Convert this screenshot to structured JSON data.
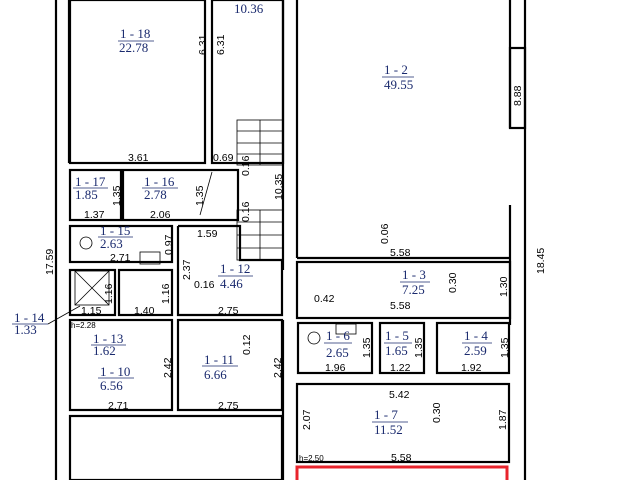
{
  "rooms": [
    {
      "id": "1 - 18",
      "area": "22.78"
    },
    {
      "id": "",
      "area": "10.36"
    },
    {
      "id": "1 - 2",
      "area": "49.55"
    },
    {
      "id": "1 - 17",
      "area": "1.85"
    },
    {
      "id": "1 - 16",
      "area": "2.78"
    },
    {
      "id": "1 - 15",
      "area": "2.63"
    },
    {
      "id": "1 - 12",
      "area": "4.46"
    },
    {
      "id": "1 - 14",
      "area": "1.33"
    },
    {
      "id": "1 - 13",
      "area": "1.62"
    },
    {
      "id": "1 - 10",
      "area": "6.56"
    },
    {
      "id": "1 - 11",
      "area": "6.66"
    },
    {
      "id": "1 - 3",
      "area": "7.25"
    },
    {
      "id": "1 - 6",
      "area": "2.65"
    },
    {
      "id": "1 - 5",
      "area": "1.65"
    },
    {
      "id": "1 - 4",
      "area": "2.59"
    },
    {
      "id": "1 - 7",
      "area": "11.52"
    }
  ],
  "dims": [
    "6.31",
    "6.31",
    "3.61",
    "0.69",
    "0.16",
    "10.35",
    "1.35",
    "1.35",
    "1.37",
    "2.06",
    "0.16",
    "17.59",
    "0.97",
    "1.59",
    "2.71",
    "2.37",
    "0.16",
    "1.16",
    "1.16",
    "1.15",
    "1.40",
    "2.75",
    "0.12",
    "0.42",
    "2.42",
    "2.42",
    "2.71",
    "2.75",
    "8.88",
    "0.06",
    "5.58",
    "0.30",
    "1.30",
    "18.45",
    "5.58",
    "1.35",
    "1.35",
    "1.35",
    "1.96",
    "1.22",
    "1.92",
    "5.42",
    "0.30",
    "2.07",
    "1.87",
    "5.58"
  ],
  "heights": [
    "h=2.28",
    "h=2.50"
  ]
}
